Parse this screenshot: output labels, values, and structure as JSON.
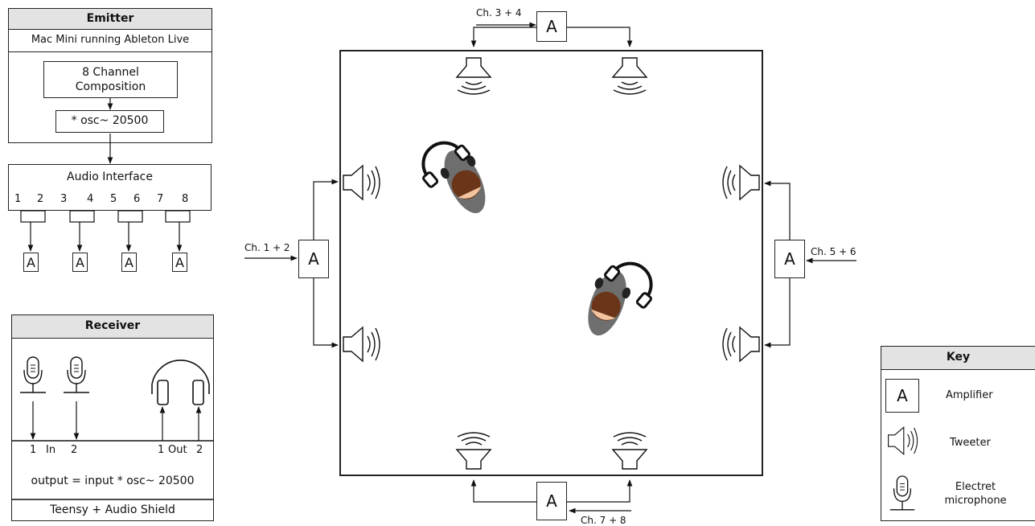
{
  "emitter": {
    "title": "Emitter",
    "source": "Mac Mini running Ableton Live",
    "composition": "8 Channel\nComposition",
    "osc": "* osc~ 20500",
    "interface": {
      "title": "Audio Interface",
      "channels": [
        "1",
        "2",
        "3",
        "4",
        "5",
        "6",
        "7",
        "8"
      ]
    },
    "amp_label": "A"
  },
  "receiver": {
    "title": "Receiver",
    "in_label": "In",
    "out_label": "Out",
    "in_ch": [
      "1",
      "2"
    ],
    "out_ch": [
      "1",
      "2"
    ],
    "formula": "output = input * osc~ 20500",
    "footer": "Teensy + Audio Shield"
  },
  "room": {
    "amp_label": "A",
    "ch_top": "Ch.  3 + 4",
    "ch_left": "Ch.  1 + 2",
    "ch_right": "Ch.  5 + 6",
    "ch_bottom": "Ch.  7 + 8"
  },
  "key": {
    "title": "Key",
    "amp_symbol": "A",
    "amplifier": "Amplifier",
    "tweeter": "Tweeter",
    "microphone": "Electret\nmicrophone"
  }
}
